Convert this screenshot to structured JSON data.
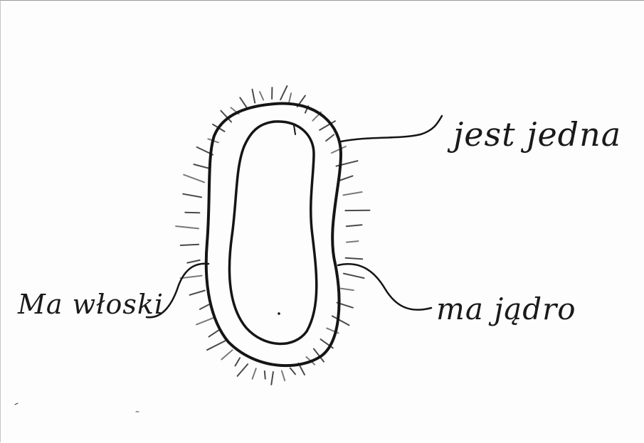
{
  "labels": {
    "top_right": "jest jedna",
    "bottom_right": "ma jądro",
    "left": "Ma włoski"
  },
  "colors": {
    "ink": "#151515",
    "paper": "#fdfdfd"
  }
}
